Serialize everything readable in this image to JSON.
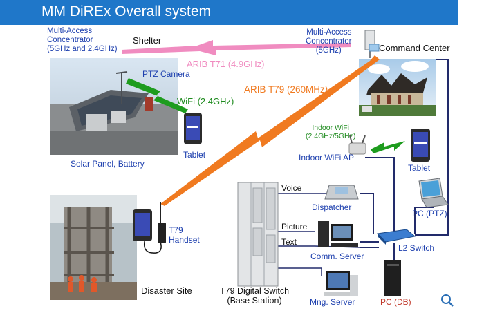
{
  "title": "MM DiREx Overall system",
  "labels": {
    "mac_left_1": "Multi-Access",
    "mac_left_2": "Concentrator",
    "mac_left_3": "(5GHz and 2.4GHz)",
    "shelter": "Shelter",
    "mac_right_1": "Multi-Access",
    "mac_right_2": "Concentrator",
    "mac_right_3": "(5GHz)",
    "command_center": "Command Center",
    "arib_t71": "ARIB T71 (4.9GHz)",
    "ptz_camera": "PTZ Camera",
    "wifi": "WiFi (2.4GHz)",
    "arib_t79": "ARIB T79 (260MHz)",
    "tablet_left": "Tablet",
    "solar_panel": "Solar Panel, Battery",
    "indoor_wifi_1": "Indoor WiFi",
    "indoor_wifi_2": "(2.4GHz/5GHz)",
    "indoor_wifi_ap": "Indoor WiFi AP",
    "tablet_right": "Tablet",
    "voice": "Voice",
    "dispatcher": "Dispatcher",
    "pc_ptz": "PC (PTZ)",
    "t79_1": "T79",
    "t79_2": "Handset",
    "picture": "Picture",
    "text": "Text",
    "l2_switch": "L2 Switch",
    "comm_server": "Comm. Server",
    "disaster_site": "Disaster Site",
    "digital_switch_1": "T79 Digital Switch",
    "digital_switch_2": "(Base Station)",
    "mng_server": "Mng. Server",
    "pc_db": "PC (DB)"
  },
  "colors": {
    "title_bar": "#1f77c9",
    "arib_t71": "#f08cc0",
    "arib_t79": "#f07a20",
    "wifi": "#1e9c1e",
    "label_blue": "#1d3fae",
    "network_line": "#222b6b"
  },
  "icons": {
    "zoom": "magnifier-icon"
  }
}
